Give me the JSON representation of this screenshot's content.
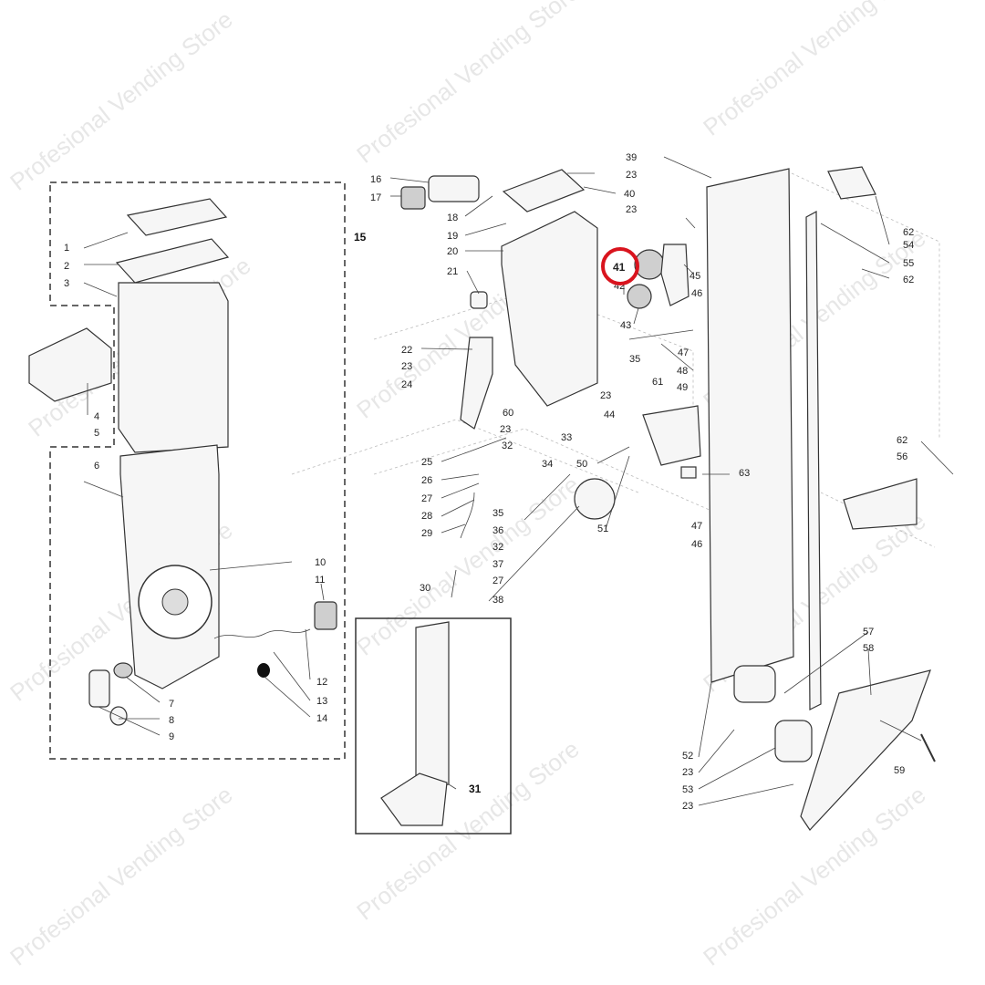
{
  "watermark": "Profesional Vending Store",
  "highlight": {
    "label": "41",
    "color": "#d9141e"
  },
  "callouts": [
    "1",
    "2",
    "3",
    "4",
    "5",
    "6",
    "7",
    "8",
    "9",
    "10",
    "11",
    "12",
    "13",
    "14",
    "15",
    "16",
    "17",
    "18",
    "19",
    "20",
    "21",
    "22",
    "23",
    "24",
    "25",
    "26",
    "27",
    "28",
    "29",
    "30",
    "31",
    "32",
    "33",
    "34",
    "35",
    "36",
    "37",
    "38",
    "39",
    "40",
    "41",
    "42",
    "43",
    "44",
    "45",
    "46",
    "47",
    "48",
    "49",
    "50",
    "51",
    "52",
    "53",
    "54",
    "55",
    "56",
    "57",
    "58",
    "59",
    "60",
    "61",
    "62",
    "63"
  ]
}
